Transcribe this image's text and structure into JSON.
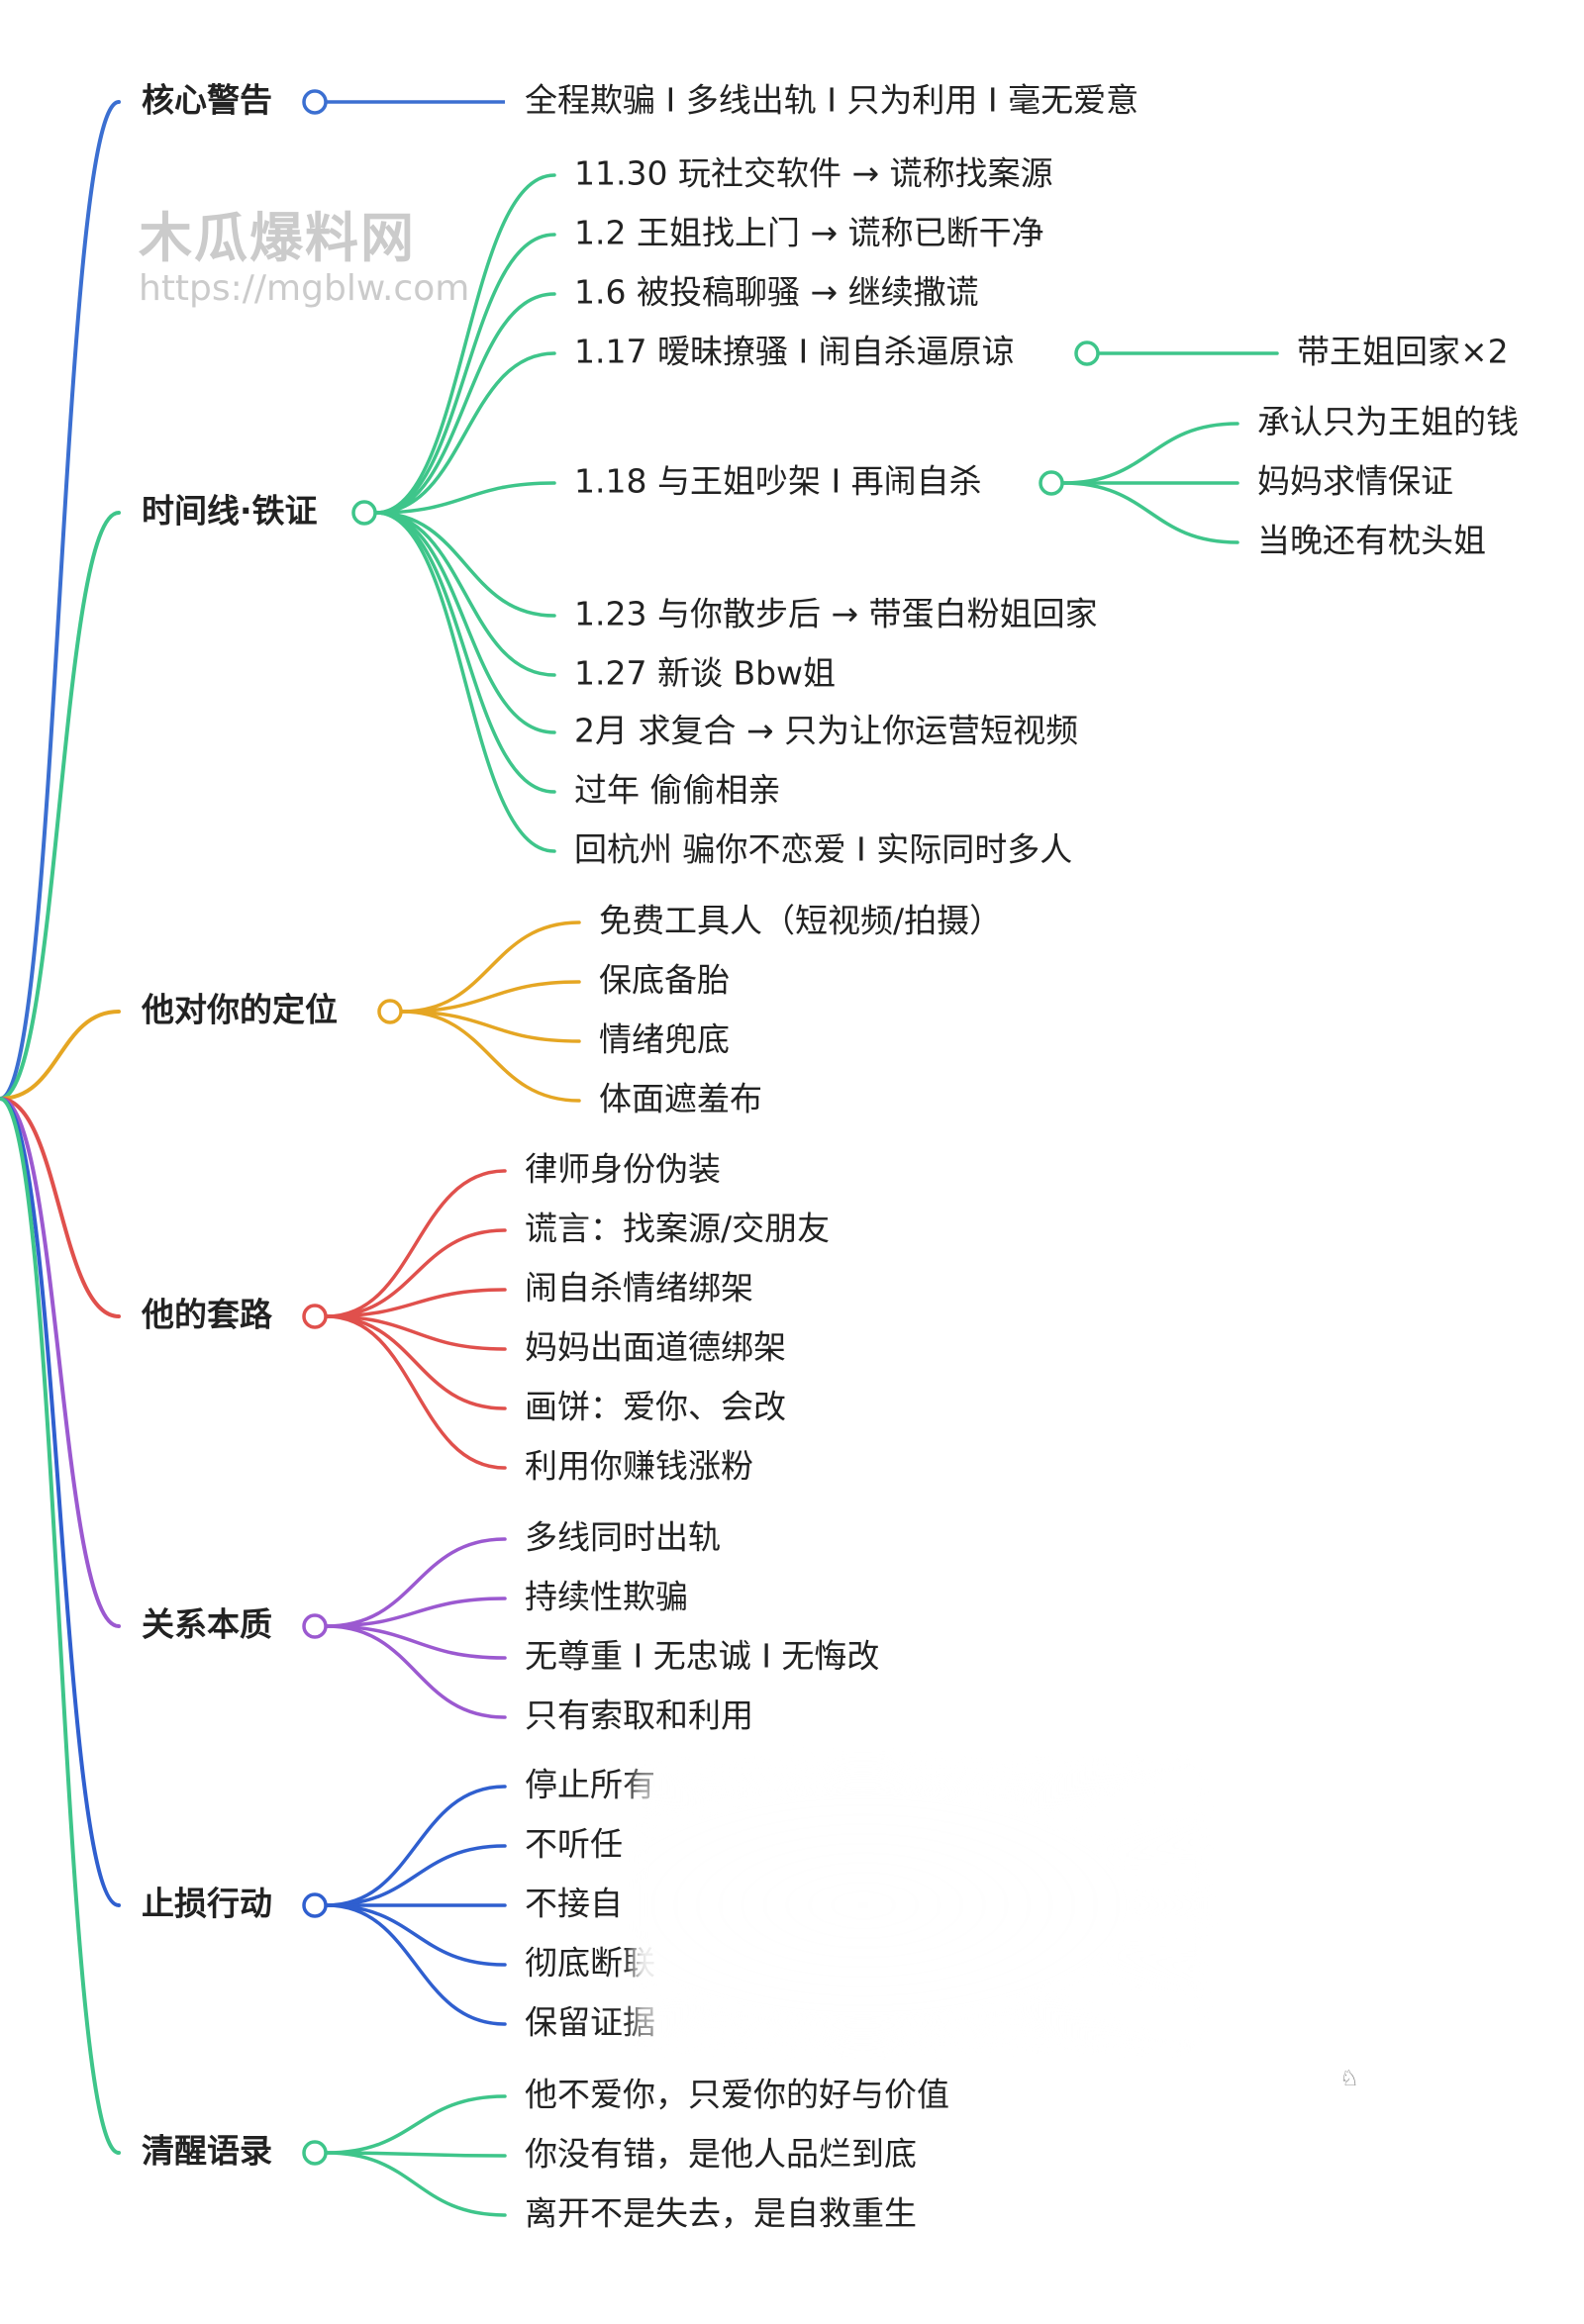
{
  "watermark": {
    "title": "木瓜爆料网",
    "url": "https://mgblw.com"
  },
  "branches": [
    {
      "label": "核心警告",
      "color": "#3b6fd1",
      "children": [
        {
          "text": "全程欺骗 I 多线出轨 I 只为利用 I 毫无爱意"
        }
      ]
    },
    {
      "label": "时间线·铁证",
      "color": "#3ec58a",
      "children": [
        {
          "text": "11.30 玩社交软件 → 谎称找案源"
        },
        {
          "text": "1.2 王姐找上门 → 谎称已断干净"
        },
        {
          "text": "1.6 被投稿聊骚 → 继续撒谎"
        },
        {
          "text": "1.17 暧昧撩骚 I 闹自杀逼原谅",
          "children": [
            "带王姐回家×2"
          ]
        },
        {
          "text": "1.18 与王姐吵架 I 再闹自杀",
          "children": [
            "承认只为王姐的钱",
            "妈妈求情保证",
            "当晚还有枕头姐"
          ]
        },
        {
          "text": "1.23 与你散步后 → 带蛋白粉姐回家"
        },
        {
          "text": "1.27 新谈 Bbw姐"
        },
        {
          "text": "2月 求复合 → 只为让你运营短视频"
        },
        {
          "text": "过年 偷偷相亲"
        },
        {
          "text": "回杭州 骗你不恋爱 I 实际同时多人"
        }
      ]
    },
    {
      "label": "他对你的定位",
      "color": "#e5a623",
      "children": [
        {
          "text": "免费工具人（短视频/拍摄）"
        },
        {
          "text": "保底备胎"
        },
        {
          "text": "情绪兜底"
        },
        {
          "text": "体面遮羞布"
        }
      ]
    },
    {
      "label": "他的套路",
      "color": "#e0504c",
      "children": [
        {
          "text": "律师身份伪装"
        },
        {
          "text": "谎言：找案源/交朋友"
        },
        {
          "text": "闹自杀情绪绑架"
        },
        {
          "text": "妈妈出面道德绑架"
        },
        {
          "text": "画饼：爱你、会改"
        },
        {
          "text": "利用你赚钱涨粉"
        }
      ]
    },
    {
      "label": "关系本质",
      "color": "#9b59d0",
      "children": [
        {
          "text": "多线同时出轨"
        },
        {
          "text": "持续性欺骗"
        },
        {
          "text": "无尊重 I 无忠诚 I 无悔改"
        },
        {
          "text": "只有索取和利用"
        }
      ]
    },
    {
      "label": "止损行动",
      "color": "#2f5fcf",
      "children": [
        {
          "text": "停止所有"
        },
        {
          "text": "不听任"
        },
        {
          "text": "不接自"
        },
        {
          "text": "彻底断联"
        },
        {
          "text": "保留证据"
        }
      ]
    },
    {
      "label": "清醒语录",
      "color": "#3ec58a",
      "children": [
        {
          "text": "他不爱你，只爱你的好与价值"
        },
        {
          "text": "你没有错，是他人品烂到底"
        },
        {
          "text": "离开不是失去，是自救重生"
        }
      ]
    }
  ]
}
